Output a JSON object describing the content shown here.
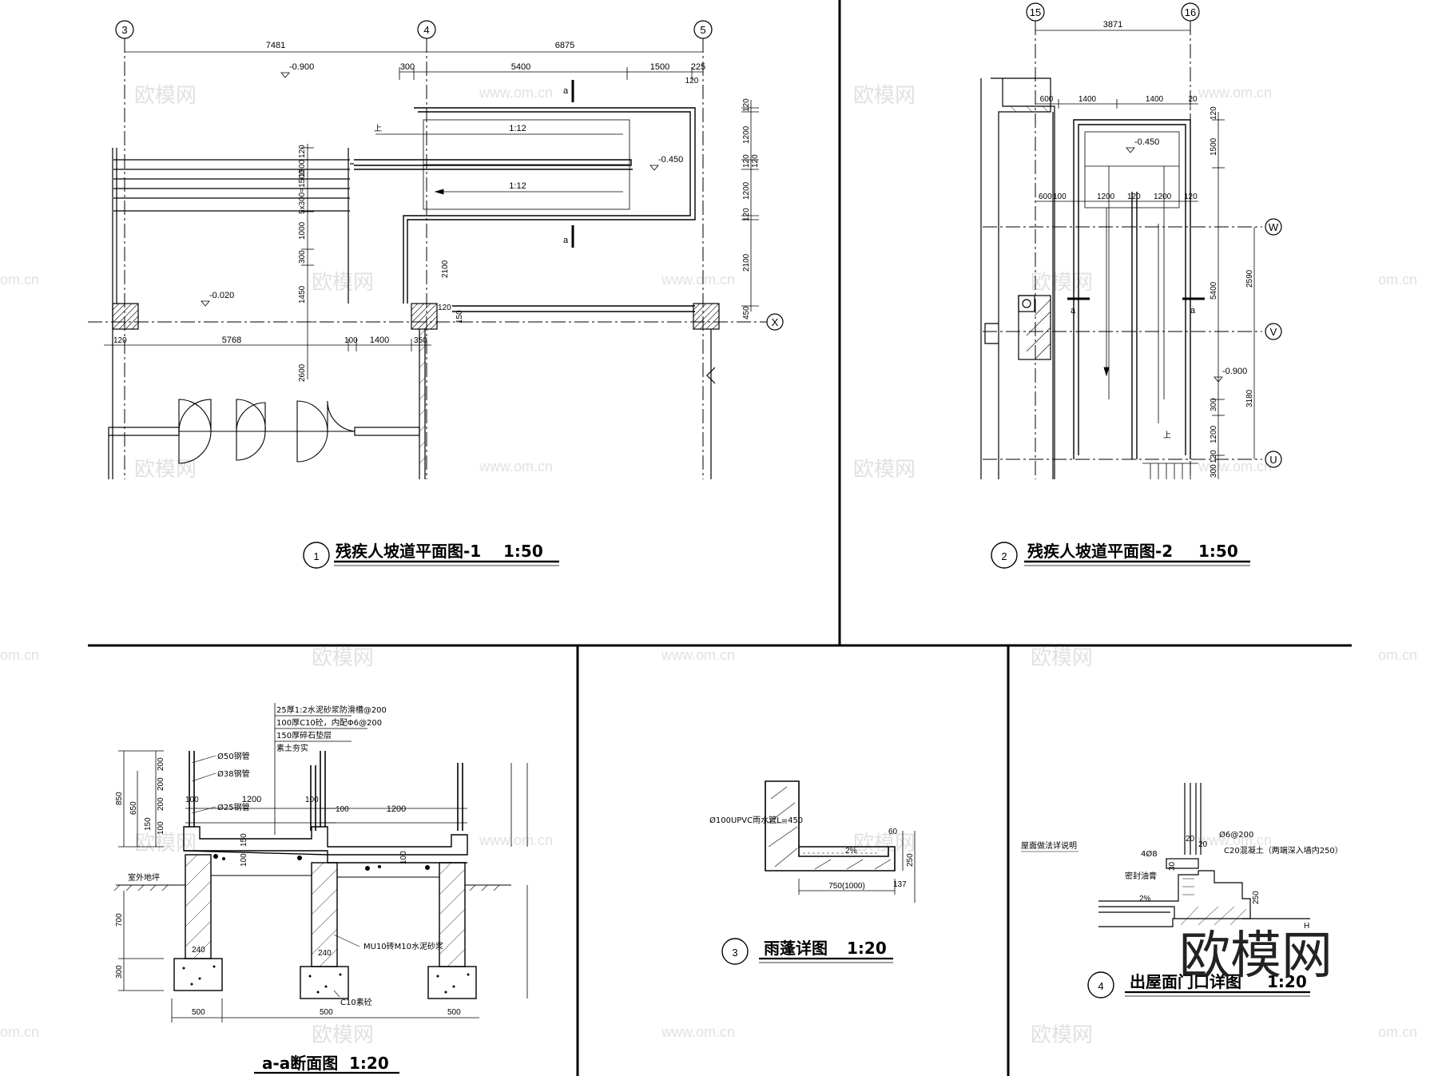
{
  "drawings": {
    "ramp_plan_1": {
      "number": "1",
      "title": "残疾人坡道平面图-1",
      "scale": "1:50",
      "grid_axes": [
        "3",
        "4",
        "5",
        "X"
      ],
      "elevations": [
        "-0.900",
        "-0.450",
        "-0.020"
      ],
      "slope_labels": [
        "1:12",
        "1:12"
      ],
      "up_label": "上",
      "section_marks": [
        "a",
        "a"
      ],
      "dims_top": [
        "7481",
        "6875",
        "300",
        "5400",
        "1500",
        "225",
        "120"
      ],
      "dims_right": [
        "120",
        "1200",
        "120",
        "120",
        "1200",
        "120",
        "2100",
        "450"
      ],
      "dims_left": [
        "120",
        "1500",
        "5x300=1500",
        "1000",
        "300",
        "1450",
        "2600"
      ],
      "dims_bottom": [
        "120",
        "5768",
        "100",
        "1400",
        "350",
        "120",
        "2100",
        "150"
      ]
    },
    "ramp_plan_2": {
      "number": "2",
      "title": "残疾人坡道平面图-2",
      "scale": "1:50",
      "grid_axes": [
        "15",
        "16",
        "W",
        "V",
        "U"
      ],
      "elevations": [
        "-0.450",
        "-0.900"
      ],
      "up_label": "上",
      "section_marks": [
        "a",
        "a"
      ],
      "dims_top": [
        "3871",
        "600",
        "1400",
        "1400",
        "20"
      ],
      "dims_mid": [
        "600",
        "100",
        "1200",
        "120",
        "1200",
        "120"
      ],
      "dims_right": [
        "120",
        "1500",
        "5400",
        "2590",
        "3180",
        "300",
        "1200",
        "120",
        "300"
      ]
    },
    "section_aa": {
      "title": "a-a断面图",
      "scale": "1:20",
      "notes": [
        "25厚1:2水泥砂浆防滑槽@200",
        "100厚C10砼，内配Φ6@200",
        "150厚碎石垫层",
        "素土夯实"
      ],
      "rail_labels": [
        "Ø50钢管",
        "Ø38钢管",
        "Ø25钢管"
      ],
      "ground_label": "室外地坪",
      "wall_label": "MU10砖M10水泥砂浆",
      "footing_label": "C10素砼",
      "dims": [
        "200",
        "200",
        "200",
        "100",
        "850",
        "650",
        "150",
        "100",
        "1200",
        "100",
        "100",
        "1200",
        "150",
        "100",
        "100",
        "240",
        "240",
        "700",
        "300",
        "500",
        "500",
        "500"
      ]
    },
    "canopy": {
      "number": "3",
      "title": "雨蓬详图",
      "scale": "1:20",
      "pipe_label": "Ø100UPVC雨水管L=450",
      "slope": "2%",
      "dims": [
        "60",
        "250",
        "137",
        "750(1000)"
      ]
    },
    "roof_exit": {
      "number": "4",
      "title": "出屋面门口详图",
      "scale": "1:20",
      "notes": [
        "屋面做法详说明",
        "密封油膏",
        "C20混凝土（两端深入墙内250）"
      ],
      "rebar": [
        "4Ø8",
        "Ø6@200"
      ],
      "slope": "2%",
      "dims": [
        "20",
        "30",
        "20",
        "250",
        "H"
      ]
    }
  },
  "watermark": {
    "brand": "欧模网",
    "url": "www.om.cn",
    "url_short": "om.cn"
  }
}
